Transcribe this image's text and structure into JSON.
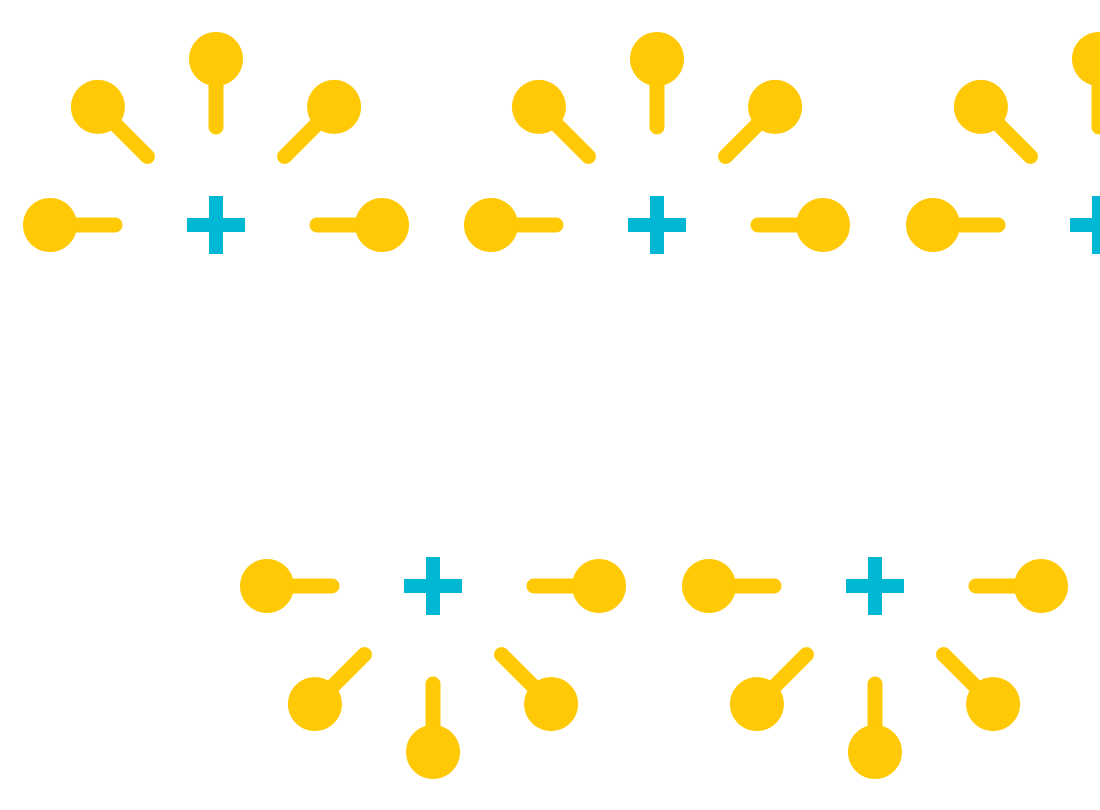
{
  "colors": {
    "pin": "#ffc905",
    "plus": "#00b8d4",
    "background": "#ffffff"
  },
  "motif": {
    "center_icon": "plus-icon",
    "pin_icon": "pin-icon",
    "top_row": {
      "orientation": "burst-up",
      "count": 3
    },
    "bottom_row": {
      "orientation": "burst-down",
      "count": 2
    }
  }
}
